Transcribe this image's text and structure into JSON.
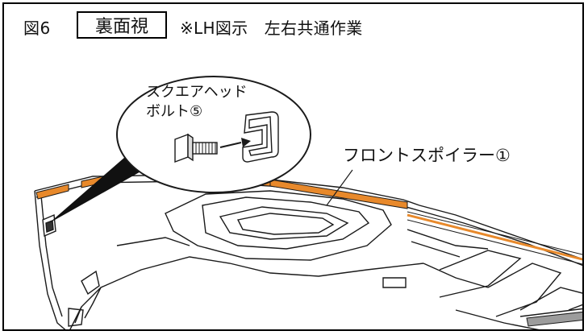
{
  "header": {
    "figure_label": "図6",
    "view_label": "裏面視",
    "note": "※LH図示　左右共通作業"
  },
  "callouts": {
    "bolt_line1": "スクエアヘッド",
    "bolt_line2": "ボルト⑤",
    "spoiler": "フロントスポイラー①"
  },
  "colors": {
    "accent_tape": "#e8892b",
    "line": "#1a1a1a",
    "panel_shade": "#f2f2f2"
  }
}
